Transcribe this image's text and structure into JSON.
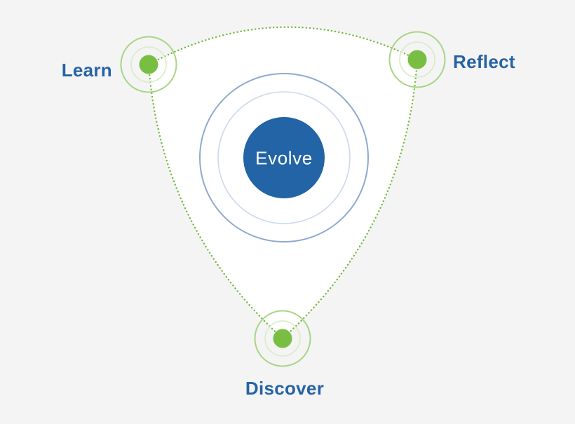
{
  "diagram": {
    "center": {
      "label": "Evolve"
    },
    "nodes": [
      {
        "id": "learn",
        "label": "Learn"
      },
      {
        "id": "reflect",
        "label": "Reflect"
      },
      {
        "id": "discover",
        "label": "Discover"
      }
    ],
    "colors": {
      "background": "#f4f4f4",
      "triangle_fill": "#ffffff",
      "dotted_line": "#74b83e",
      "node_dot": "#77be43",
      "node_ring_outer": "#a8d584",
      "node_ring_inner": "#d8ecc6",
      "center_fill": "#2264a5",
      "center_ring_outer": "#90a9ce",
      "center_ring_inner": "#cbd8eb",
      "label_text": "#2763a4",
      "center_text": "#ffffff"
    }
  }
}
